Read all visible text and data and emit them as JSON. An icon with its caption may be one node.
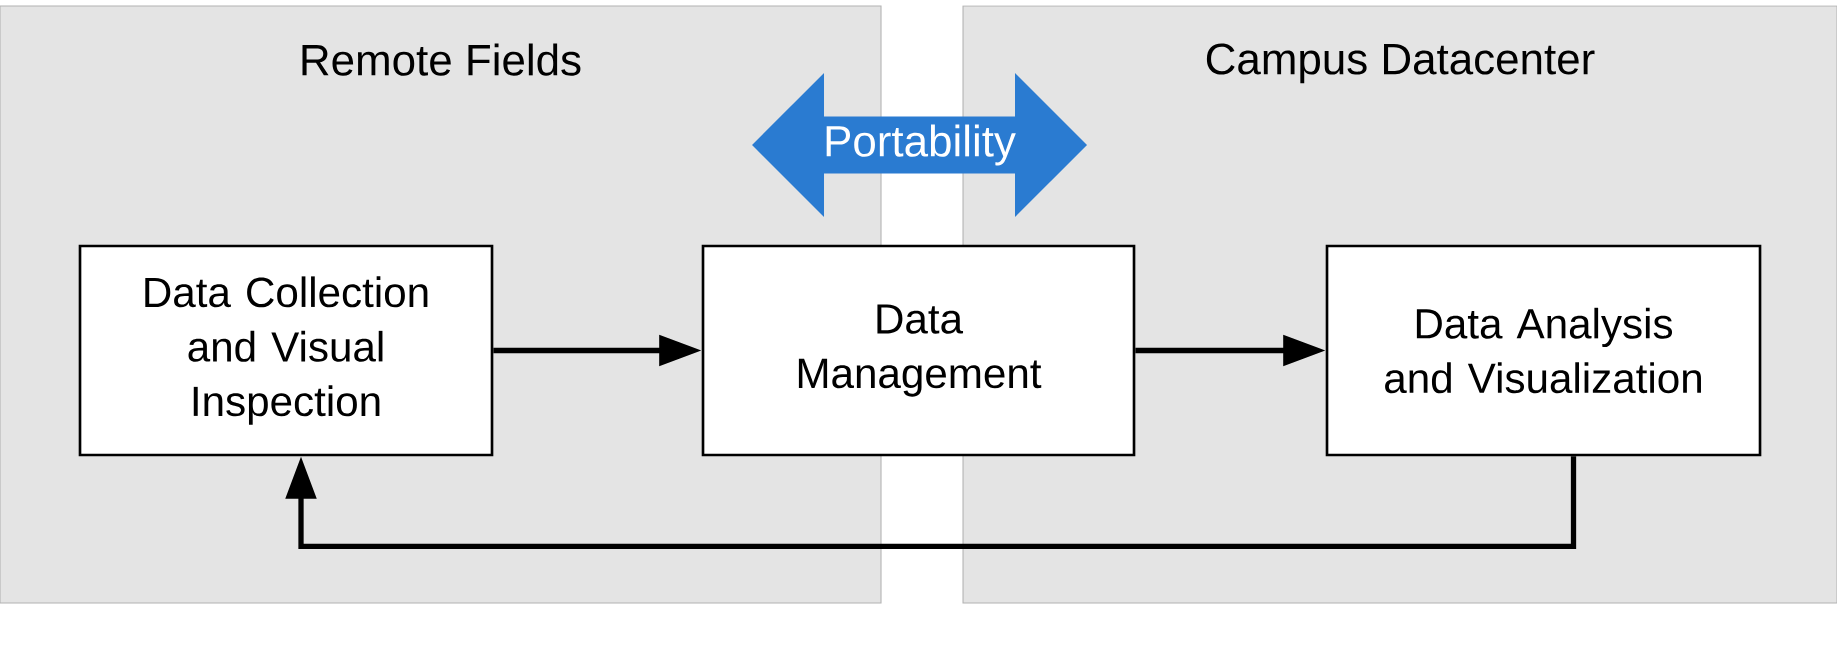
{
  "diagram": {
    "nodes": [
      {
        "text": [
          "Remote Fields"
        ]
      },
      {
        "text": [
          "Campus Datacenter"
        ]
      },
      {
        "text": [
          "Portability"
        ]
      },
      {
        "text": [
          "Data Collection and Visual Inspection"
        ],
        "in": 0
      },
      {
        "text": [
          "Data Management"
        ]
      },
      {
        "text": [
          "Data Analysis and Visualization"
        ],
        "in": 1
      }
    ],
    "edges": [
      {
        "from": 3,
        "to": 4,
        "arrow": "to"
      },
      {
        "from": 4,
        "to": 5,
        "arrow": "to"
      },
      {
        "from": 5,
        "to": 3,
        "arrow": "to"
      }
    ]
  }
}
